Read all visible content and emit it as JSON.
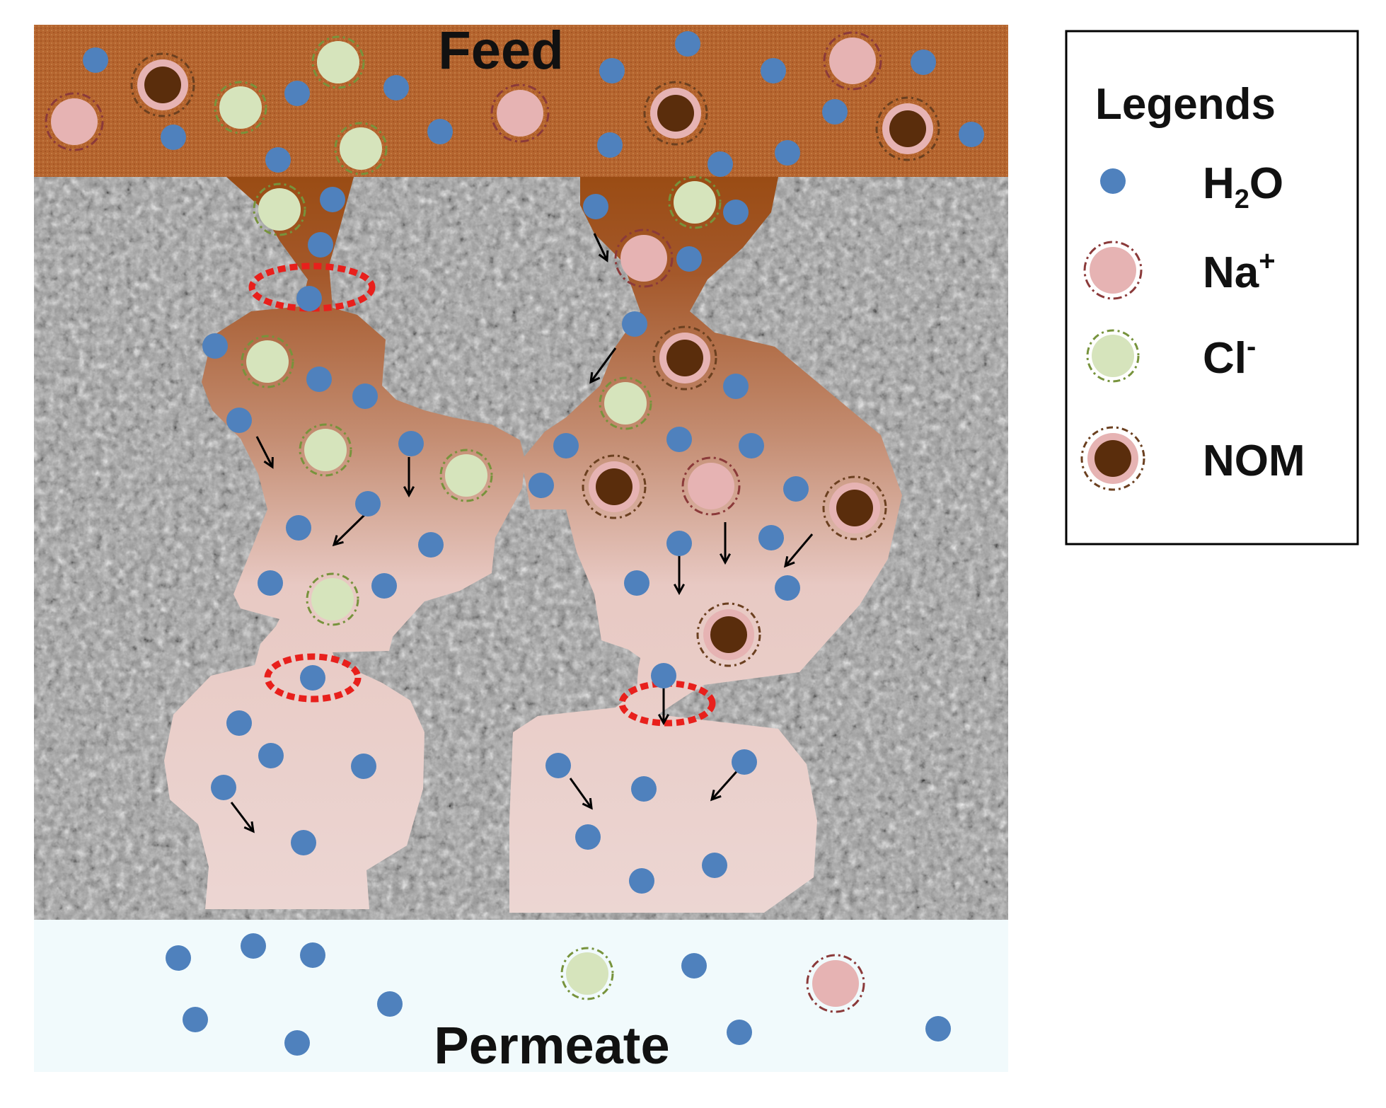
{
  "labels": {
    "feed": "Feed",
    "permeate": "Permeate"
  },
  "legend": {
    "title": "Legends",
    "items": [
      {
        "key": "h2o",
        "base": "H",
        "sub": "2",
        "tail": "O",
        "sup": ""
      },
      {
        "key": "na",
        "base": "Na",
        "sub": "",
        "tail": "",
        "sup": "+"
      },
      {
        "key": "cl",
        "base": "Cl",
        "sub": "",
        "tail": "",
        "sup": "-"
      },
      {
        "key": "nom",
        "base": "NOM",
        "sub": "",
        "tail": "",
        "sup": ""
      }
    ]
  },
  "colors": {
    "feed": "#b2602f",
    "membrane": "#9a9a9a",
    "pore_top": "#9a4c14",
    "pore_body": "#ecd4d0",
    "permeate": "#f1fafc",
    "h2o": "#4f81bd",
    "na_fill": "#e6b3b3",
    "na_ring": "#8b3a3a",
    "cl_fill": "#d6e4bc",
    "cl_ring": "#77933c",
    "nom_core": "#5a2d0c",
    "nom_ring": "#e6b3b3",
    "nom_outer": "#6b4020",
    "constriction": "#e8201c",
    "arrow": "#000000"
  }
}
